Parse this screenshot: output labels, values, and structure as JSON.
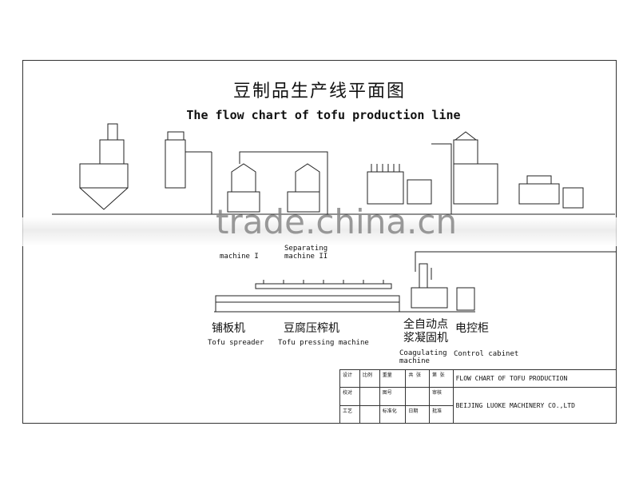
{
  "title_cn": "豆制品生产线平面图",
  "title_en": "The flow chart of tofu production line",
  "watermark": "trade.china.cn",
  "upper_labels": [
    {
      "en": "machine I"
    },
    {
      "en": "Separating machine II"
    }
  ],
  "lower_labels": [
    {
      "cn": "铺板机",
      "en": "Tofu spreader"
    },
    {
      "cn": "豆腐压榨机",
      "en": "Tofu pressing machine"
    },
    {
      "cn": "全自动点浆凝固机",
      "en": "Coagulating machine"
    },
    {
      "cn": "电控柜",
      "en": "Control cabinet"
    }
  ],
  "title_block": {
    "drawing_name": "FLOW CHART OF TOFU PRODUCTION",
    "company": "BEIJING LUOKE MACHINERY CO.,LTD",
    "cells": [
      "设计",
      "校对",
      "审核",
      "工艺",
      "标准化",
      "批准",
      "比例",
      "重量",
      "共 张",
      "第 张",
      "图号",
      "日期"
    ]
  }
}
